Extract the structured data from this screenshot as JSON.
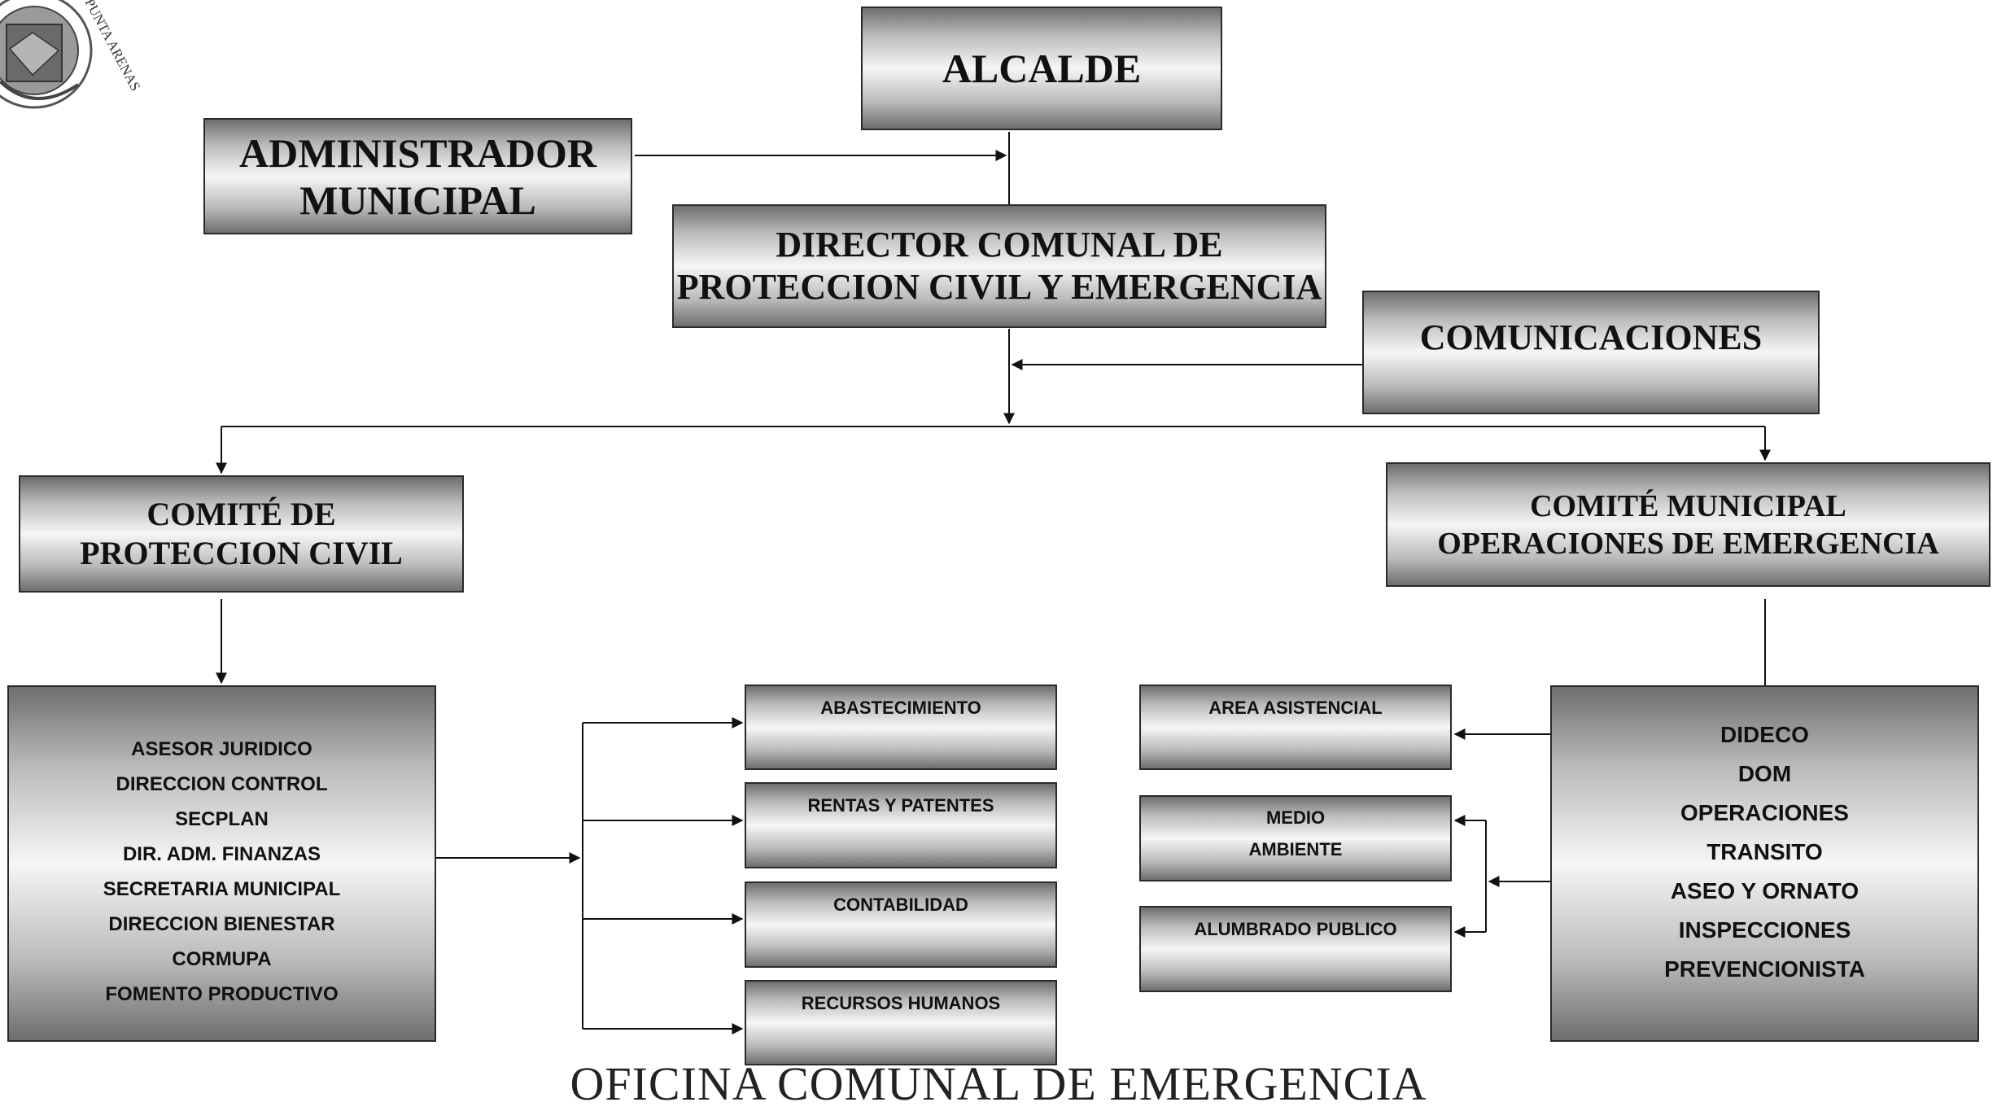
{
  "logo": {
    "text": "PUNTA ARENAS"
  },
  "nodes": {
    "alcalde": "ALCALDE",
    "administrador": [
      "ADMINISTRADOR",
      "MUNICIPAL"
    ],
    "director": [
      "DIRECTOR COMUNAL DE",
      "PROTECCION CIVIL Y EMERGENCIA"
    ],
    "comunicaciones": "COMUNICACIONES",
    "comite_proteccion": [
      "COMITÉ DE",
      "PROTECCION CIVIL"
    ],
    "comite_municipal": [
      "COMITÉ MUNICIPAL",
      "OPERACIONES DE EMERGENCIA"
    ],
    "left_list": [
      "ASESOR JURIDICO",
      "DIRECCION CONTROL",
      "SECPLAN",
      "DIR. ADM. FINANZAS",
      "SECRETARIA MUNICIPAL",
      "DIRECCION BIENESTAR",
      "CORMUPA",
      "FOMENTO PRODUCTIVO"
    ],
    "middle_boxes": [
      "ABASTECIMIENTO",
      "RENTAS Y PATENTES",
      "CONTABILIDAD",
      "RECURSOS HUMANOS"
    ],
    "right_small_boxes": {
      "area_asistencial": "AREA ASISTENCIAL",
      "medio_ambiente": [
        "MEDIO",
        "AMBIENTE"
      ],
      "alumbrado_publico": "ALUMBRADO PUBLICO"
    },
    "right_list": [
      "DIDECO",
      "DOM",
      "OPERACIONES",
      "TRANSITO",
      "ASEO Y ORNATO",
      "INSPECCIONES",
      "PREVENCIONISTA"
    ]
  },
  "footer": "OFICINA COMUNAL DE EMERGENCIA"
}
